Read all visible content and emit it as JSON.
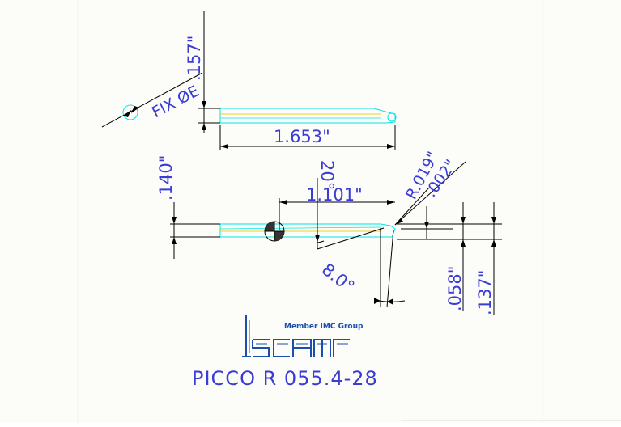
{
  "drawing": {
    "product_code": "PICCO R 055.4-28",
    "dimensions": {
      "fix_diameter": "FIX ØE",
      "shank_diameter": ".157\"",
      "overall_length": "1.653\"",
      "head_length": "1.101\"",
      "height": ".140\"",
      "angle_top": "20°",
      "angle_bottom": "8.0°",
      "corner_radius": "R.019\"",
      "chamfer": ".002\"",
      "width_small": ".058\"",
      "width_large": ".137\""
    }
  },
  "logo": {
    "tagline": "Member IMC Group",
    "brand": "iscar"
  },
  "colors": {
    "dimension_lines": "#000000",
    "part_outline": "#00e5e5",
    "text": "#3b3bd6",
    "logo": "#1a4fb0",
    "centerline": "#f0d020"
  }
}
